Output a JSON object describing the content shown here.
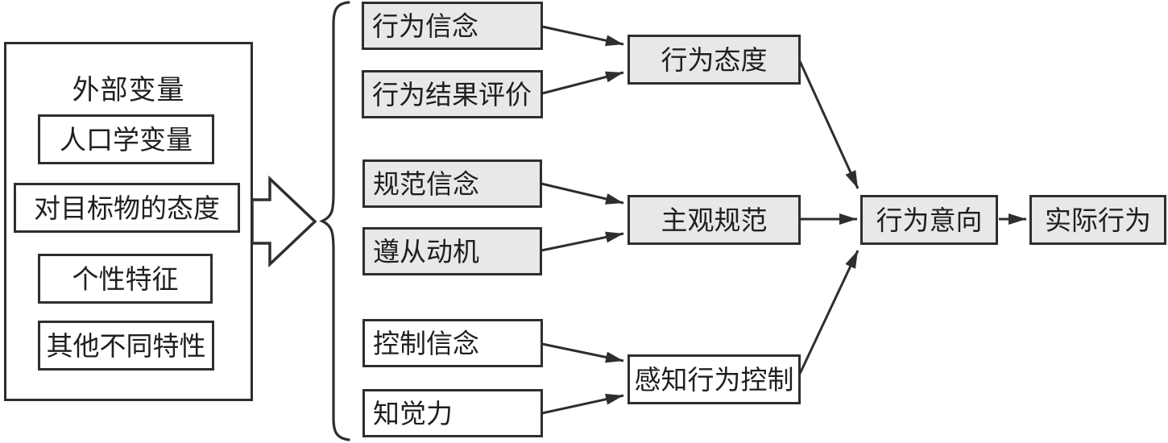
{
  "diagram": {
    "external_box": {
      "title": "外部变量",
      "items": [
        {
          "label": "人口学变量"
        },
        {
          "label": "对目标物的态度"
        },
        {
          "label": "个性特征"
        },
        {
          "label": "其他不同特性"
        }
      ]
    },
    "belief_boxes": [
      {
        "label": "行为信念",
        "shaded": true
      },
      {
        "label": "行为结果评价",
        "shaded": true
      },
      {
        "label": "规范信念",
        "shaded": true
      },
      {
        "label": "遵从动机",
        "shaded": true
      },
      {
        "label": "控制信念",
        "shaded": false
      },
      {
        "label": "知觉力",
        "shaded": false
      }
    ],
    "construct_boxes": [
      {
        "label": "行为态度",
        "shaded": true
      },
      {
        "label": "主观规范",
        "shaded": true
      },
      {
        "label": "感知行为控制",
        "shaded": false
      }
    ],
    "intention_box": {
      "label": "行为意向"
    },
    "behavior_box": {
      "label": "实际行为"
    },
    "colors": {
      "shaded_fill": "#e8e8e8",
      "plain_fill": "#ffffff",
      "stroke": "#2e2e2e",
      "text": "#1f1f1f"
    }
  }
}
